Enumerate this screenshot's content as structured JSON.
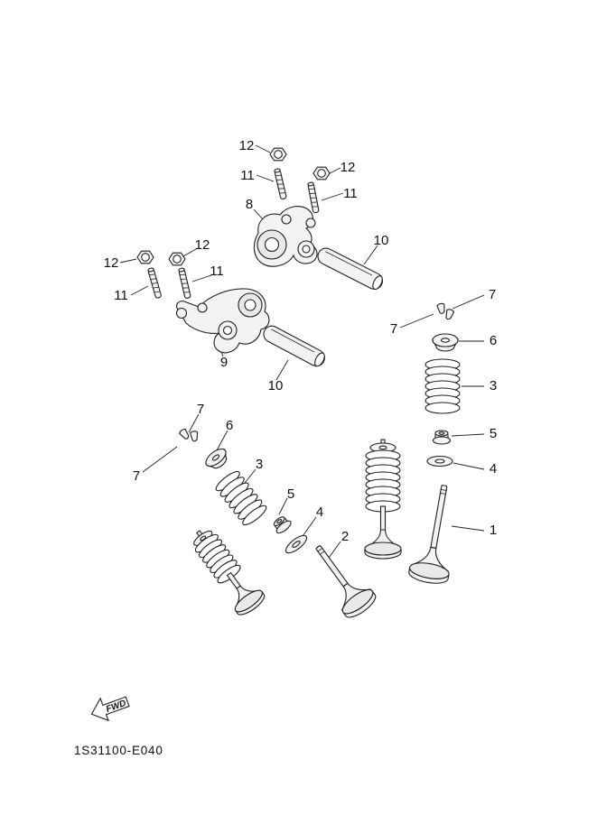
{
  "diagram": {
    "part_code": "1S31100-E040",
    "fwd_label": "FWD",
    "ink_color": "#1f1f1f",
    "paper_color": "#ffffff",
    "callouts": [
      {
        "label": "12"
      },
      {
        "label": "11"
      },
      {
        "label": "12"
      },
      {
        "label": "11"
      },
      {
        "label": "8"
      },
      {
        "label": "10"
      },
      {
        "label": "7"
      },
      {
        "label": "7"
      },
      {
        "label": "6"
      },
      {
        "label": "3"
      },
      {
        "label": "12"
      },
      {
        "label": "12"
      },
      {
        "label": "11"
      },
      {
        "label": "11"
      },
      {
        "label": "9"
      },
      {
        "label": "10"
      },
      {
        "label": "7"
      },
      {
        "label": "7"
      },
      {
        "label": "6"
      },
      {
        "label": "3"
      },
      {
        "label": "5"
      },
      {
        "label": "4"
      },
      {
        "label": "2"
      },
      {
        "label": "5"
      },
      {
        "label": "4"
      },
      {
        "label": "1"
      }
    ]
  }
}
